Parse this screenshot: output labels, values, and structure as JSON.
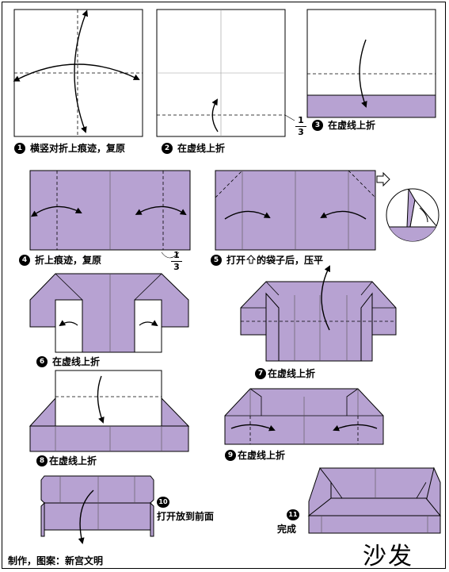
{
  "title": "沙发",
  "credit": "制作，图案：新宫文明",
  "colors": {
    "paper": "#b7a2d2",
    "line": "#000000"
  },
  "fraction": {
    "numerator": "1",
    "denominator": "3"
  },
  "steps": [
    {
      "number": "1",
      "text": "横竖对折上痕迹，复原"
    },
    {
      "number": "2",
      "text": "在虚线上折"
    },
    {
      "number": "3",
      "text": "在虚线上折"
    },
    {
      "number": "4",
      "text": "折上痕迹，复原"
    },
    {
      "number": "5",
      "text_before": "打开",
      "text_after": "的袋子后，压平"
    },
    {
      "number": "6",
      "text": "在虚线上折"
    },
    {
      "number": "7",
      "text": "在虚线上折"
    },
    {
      "number": "8",
      "text": "在虚线上折"
    },
    {
      "number": "9",
      "text": "在虚线上折"
    },
    {
      "number": "10",
      "text": "打开放到前面"
    },
    {
      "number": "11",
      "text": "完成"
    }
  ]
}
